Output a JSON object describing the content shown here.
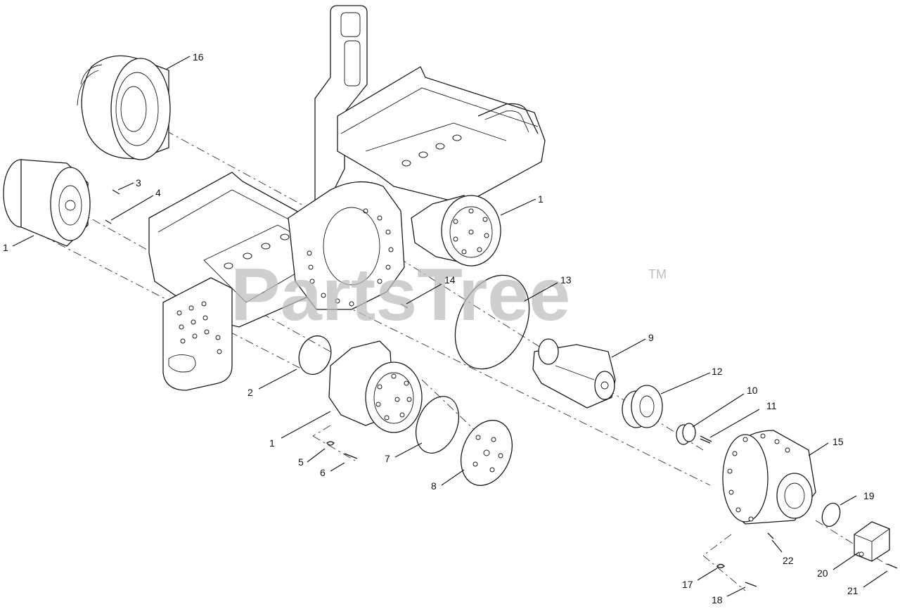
{
  "watermark": {
    "text": "PartsTree",
    "trademark": "TM"
  },
  "callouts": [
    {
      "id": "c16",
      "label": "16"
    },
    {
      "id": "c3",
      "label": "3"
    },
    {
      "id": "c4",
      "label": "4"
    },
    {
      "id": "c1a",
      "label": "1"
    },
    {
      "id": "c1b",
      "label": "1"
    },
    {
      "id": "c14",
      "label": "14"
    },
    {
      "id": "c13",
      "label": "13"
    },
    {
      "id": "c9",
      "label": "9"
    },
    {
      "id": "c2",
      "label": "2"
    },
    {
      "id": "c12",
      "label": "12"
    },
    {
      "id": "c10",
      "label": "10"
    },
    {
      "id": "c11",
      "label": "11"
    },
    {
      "id": "c15",
      "label": "15"
    },
    {
      "id": "c1c",
      "label": "1"
    },
    {
      "id": "c5",
      "label": "5"
    },
    {
      "id": "c6",
      "label": "6"
    },
    {
      "id": "c7",
      "label": "7"
    },
    {
      "id": "c8",
      "label": "8"
    },
    {
      "id": "c19",
      "label": "19"
    },
    {
      "id": "c22",
      "label": "22"
    },
    {
      "id": "c20",
      "label": "20"
    },
    {
      "id": "c17",
      "label": "17"
    },
    {
      "id": "c21",
      "label": "21"
    },
    {
      "id": "c18",
      "label": "18"
    }
  ]
}
